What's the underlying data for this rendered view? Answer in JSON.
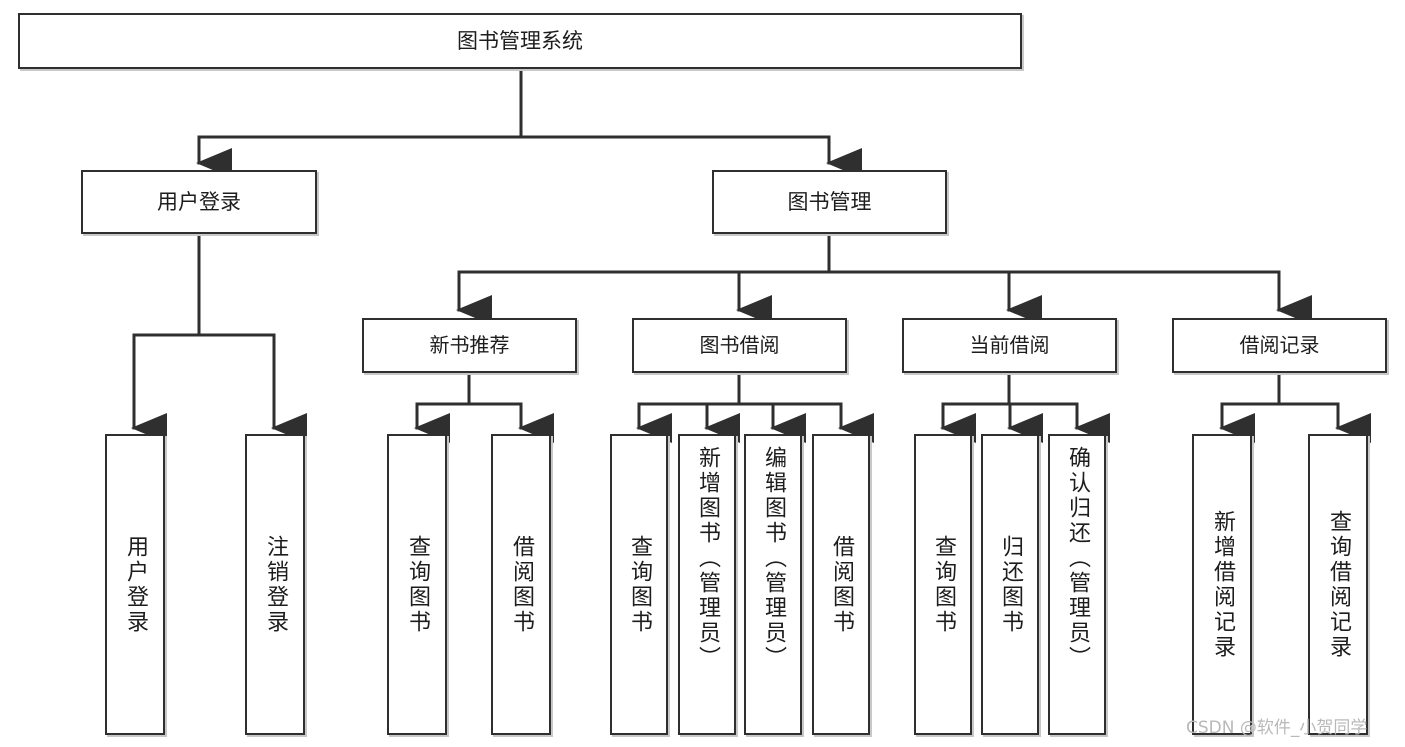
{
  "diagram": {
    "title": "图书管理系统",
    "type": "tree-hierarchy",
    "root": {
      "label": "图书管理系统"
    },
    "level2": [
      {
        "label": "用户登录"
      },
      {
        "label": "图书管理"
      }
    ],
    "level3": [
      {
        "label": "新书推荐"
      },
      {
        "label": "图书借阅"
      },
      {
        "label": "当前借阅"
      },
      {
        "label": "借阅记录"
      }
    ],
    "leaves": {
      "user_login": [
        {
          "label": "用户登录"
        },
        {
          "label": "注销登录"
        }
      ],
      "new_book_recommend": [
        {
          "label": "查询图书"
        },
        {
          "label": "借阅图书"
        }
      ],
      "book_borrow": [
        {
          "label": "查询图书"
        },
        {
          "label": "新增图书（管理员）"
        },
        {
          "label": "编辑图书（管理员）"
        },
        {
          "label": "借阅图书"
        }
      ],
      "current_borrow": [
        {
          "label": "查询图书"
        },
        {
          "label": "归还图书"
        },
        {
          "label": "确认归还（管理员）"
        }
      ],
      "borrow_record": [
        {
          "label": "新增借阅记录"
        },
        {
          "label": "查询借阅记录"
        }
      ]
    }
  },
  "watermark": {
    "text": "CSDN @软件_小贺同学"
  },
  "colors": {
    "border": "#2f2f2f",
    "shadow": "#c8c8c8",
    "background": "#ffffff",
    "text": "#1d1d1d",
    "watermark": "#b9b9b9"
  }
}
